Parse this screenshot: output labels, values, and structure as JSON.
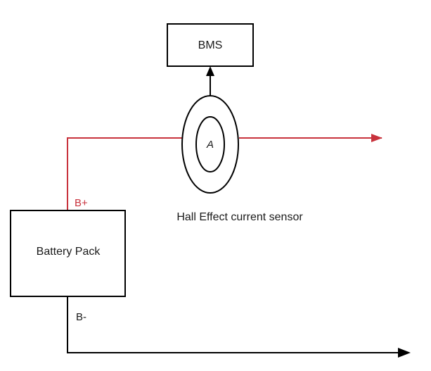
{
  "diagram": {
    "nodes": {
      "bms": {
        "label": "BMS"
      },
      "battery_pack": {
        "label": "Battery Pack"
      },
      "sensor": {
        "symbol": "A",
        "caption": "Hall Effect current sensor"
      }
    },
    "terminals": {
      "positive": "B+",
      "negative": "B-"
    },
    "colors": {
      "positive_wire": "#c8323c",
      "negative_wire": "#000000",
      "outline": "#000000",
      "text": "#1a1a1a",
      "background": "#ffffff"
    }
  }
}
